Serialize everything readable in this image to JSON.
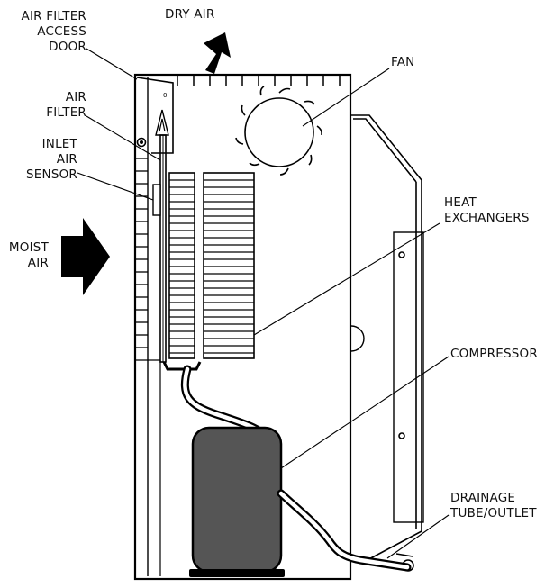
{
  "labels": {
    "air_filter_access_door": [
      "AIR FILTER",
      "ACCESS",
      "DOOR"
    ],
    "air_filter": [
      "AIR",
      "FILTER"
    ],
    "inlet_air_sensor": [
      "INLET",
      "AIR",
      "SENSOR"
    ],
    "moist_air": [
      "MOIST",
      "AIR"
    ],
    "dry_air": "DRY AIR",
    "fan": "FAN",
    "heat_exchangers": [
      "HEAT",
      "EXCHANGERS"
    ],
    "compressor": "COMPRESSOR",
    "drainage": [
      "DRAINAGE",
      "TUBE/OUTLET"
    ]
  },
  "colors": {
    "line": "#000000",
    "compressor_fill": "#555555",
    "arrow_fill": "#000000"
  }
}
